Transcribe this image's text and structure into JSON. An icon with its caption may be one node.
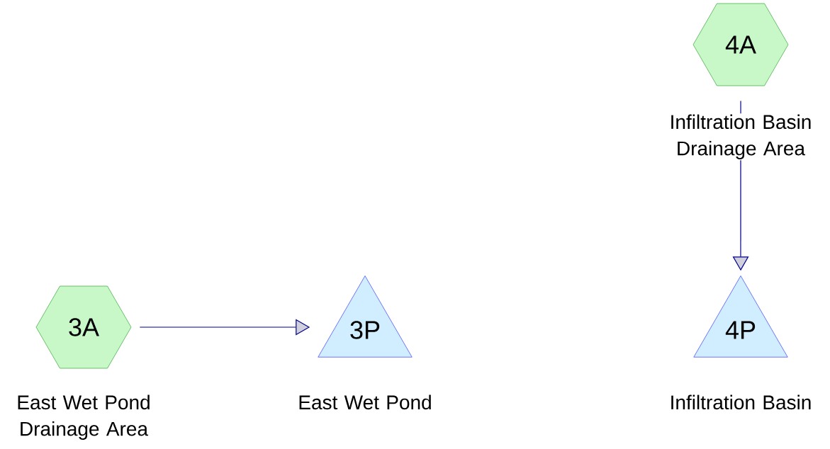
{
  "diagram": {
    "nodes": [
      {
        "text": [
          "4A"
        ],
        "beside": [
          "Infiltration Basin Drainage Area"
        ]
      },
      {
        "text": [
          "3A"
        ],
        "beside": [
          "East Wet Pond Drainage Area"
        ]
      },
      {
        "text": [
          "3P"
        ],
        "beside": [
          "East Wet Pond"
        ]
      },
      {
        "text": [
          "4P"
        ],
        "beside": [
          "Infiltration Basin"
        ]
      }
    ],
    "edges": [
      {
        "from": 1,
        "to": 2,
        "arrow": "to"
      },
      {
        "from": 0,
        "to": 3,
        "arrow": "to"
      }
    ]
  }
}
